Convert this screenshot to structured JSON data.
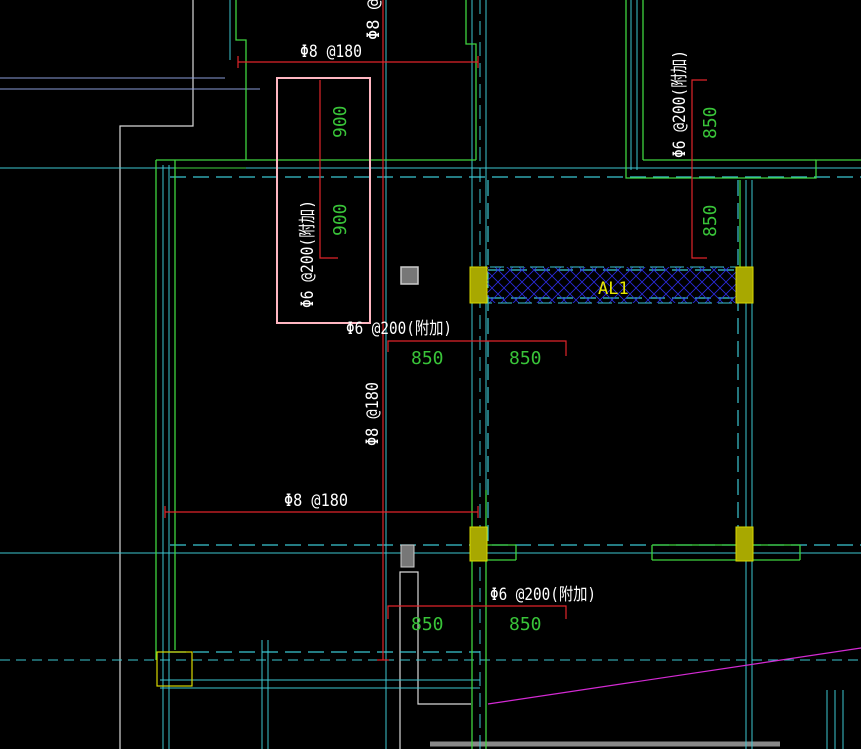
{
  "drawing": {
    "annotations": {
      "top_rebar": "Φ8 @180",
      "top_rebar_clipped": "Φ8 @",
      "mid_rebar_horizontal": "Φ8 @180",
      "mid_rebar_vertical": "Φ8 @180",
      "selected_rebar": "Φ6 @200(附加)",
      "right_rebar": "Φ6 @200(附加)",
      "center_rebar": "Φ6 @200(附加)",
      "bottom_rebar": "Φ6 @200(附加)",
      "beam_label": "AL1"
    },
    "dimensions": {
      "selected_upper": "900",
      "selected_lower": "900",
      "right_upper": "850",
      "right_lower": "850",
      "center_left": "850",
      "center_right": "850",
      "bottom_left": "850",
      "bottom_right": "850"
    }
  },
  "colors": {
    "background": "#000000",
    "wall_green": "#3fd33f",
    "axis_cyan": "#3bc6d1",
    "rebar_red": "#e0242a",
    "text_white": "#ffffff",
    "dim_green": "#39c439",
    "selection_pink": "#ffb6c1",
    "column_fill": "#a8a800",
    "beam_hatch": "#2a2ae0",
    "accent_magenta": "#d42ad4"
  }
}
